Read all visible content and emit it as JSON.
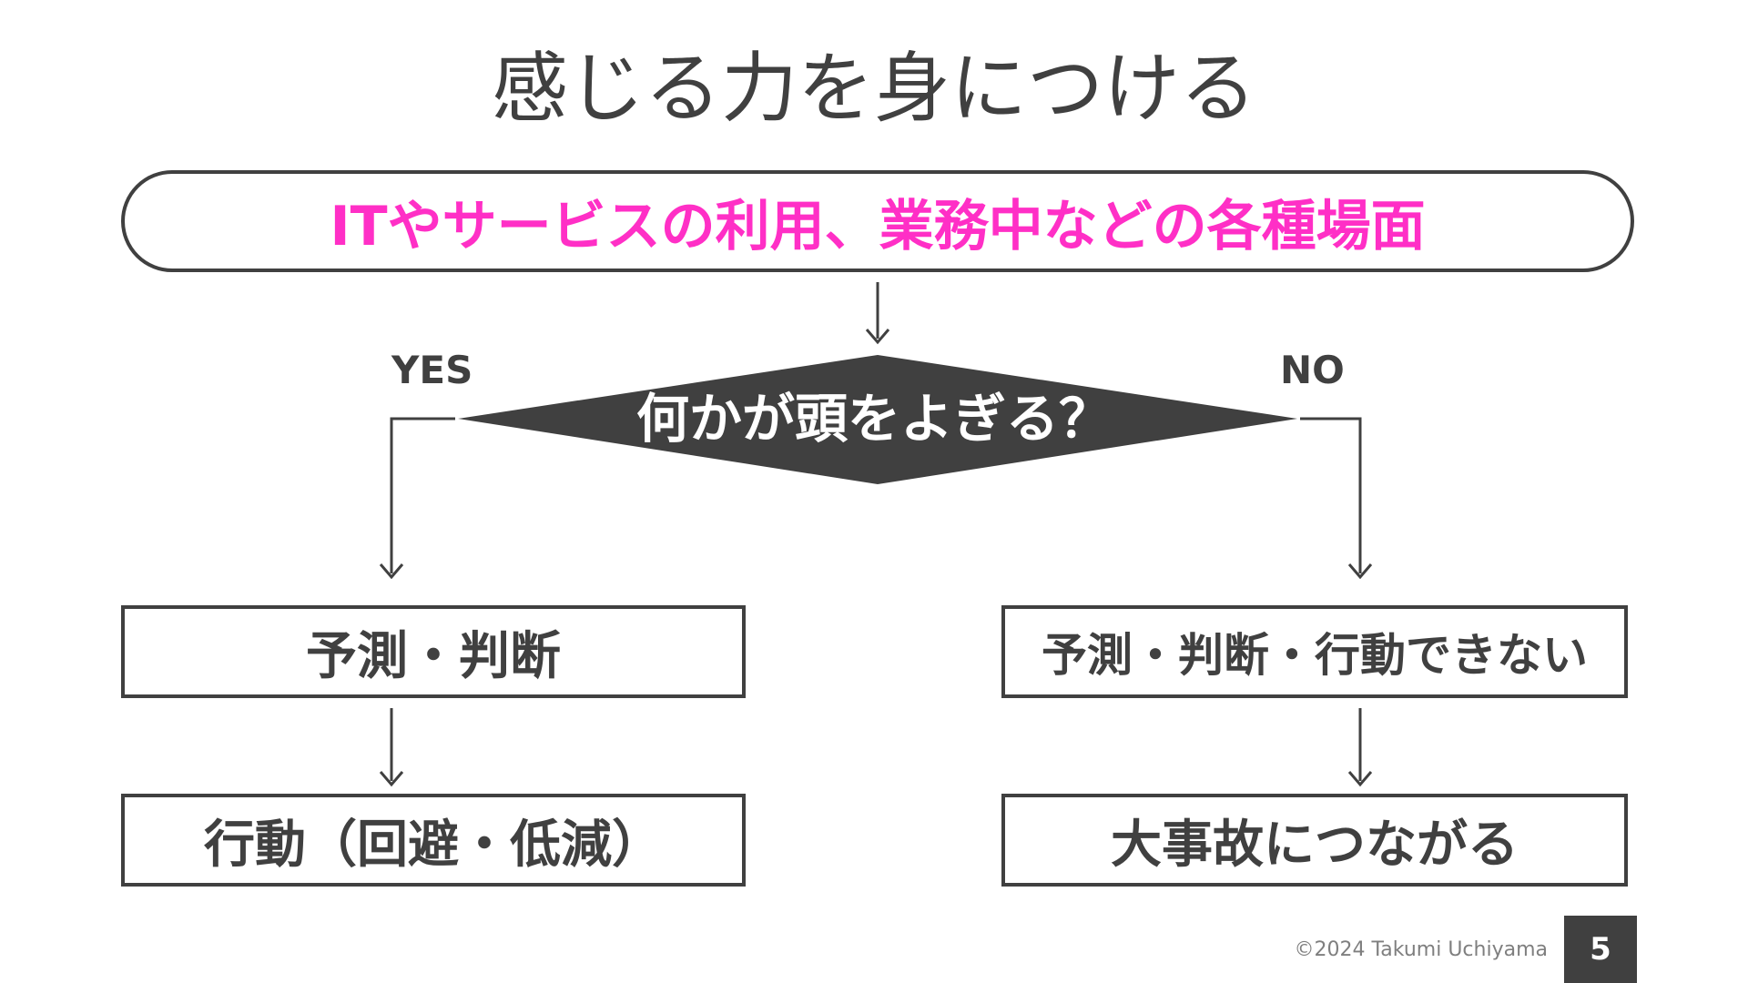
{
  "slide": {
    "title": "感じる力を身につける",
    "start": "ITやサービスの利用、業務中などの各種場面",
    "decision": "何かが頭をよぎる？",
    "yes_label": "YES",
    "no_label": "NO",
    "yes_step1": "予測・判断",
    "yes_step2": "行動（回避・低減）",
    "no_step1": "予測・判断・行動できない",
    "no_step2": "大事故につながる",
    "copyright": "©2024 Takumi Uchiyama",
    "page_number": "5"
  },
  "colors": {
    "accent": "#ff2fc6",
    "dark": "#404040",
    "white": "#ffffff"
  }
}
